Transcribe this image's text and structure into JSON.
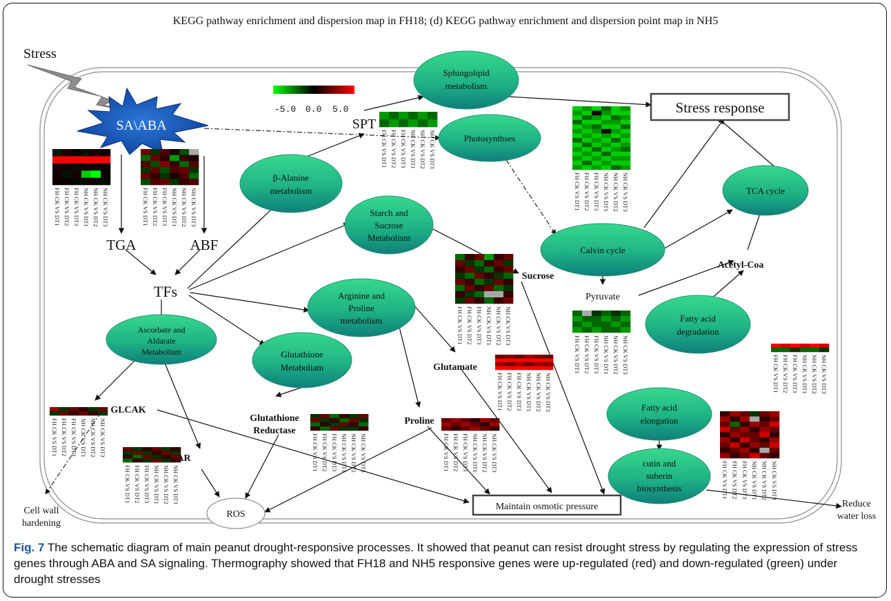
{
  "header": "KEGG pathway enrichment and dispersion map in FH18; (d) KEGG pathway enrichment and dispersion point map in NH5",
  "caption": {
    "label": "Fig. 7",
    "text": " The schematic diagram of main peanut drought-responsive processes. It showed that peanut can resist drought stress by regulating the expression of stress genes through ABA and SA signaling. Thermography showed that FH18 and NH5 responsive genes were up-regulated (red) and down-regulated (green) under drought stresses"
  },
  "legend": {
    "min": "-5.0",
    "mid": "0.0",
    "max": "5.0",
    "colors": [
      "#00ff00",
      "#000000",
      "#ff0000"
    ]
  },
  "nodes": {
    "stress": "Stress",
    "sa_aba": "SA\\ABA",
    "tga": "TGA",
    "abf": "ABF",
    "tfs": "TFs",
    "spt": "SPT",
    "stress_response": "Stress response",
    "sucrose": "Sucrose",
    "pyruvate": "Pyruvate",
    "acetyl_coa": "Acetyl-Coa",
    "glutamate": "Glutamate",
    "proline": "Proline",
    "glcak": "GLCAK",
    "dhar": "DHAR",
    "glutathione_reductase": [
      "Glutathione",
      "Reductase"
    ],
    "ros": "ROS",
    "maintain_osmotic": "Maintain osmotic pressure",
    "reduce_water_loss": [
      "Reduce",
      "water loss"
    ],
    "cell_wall": [
      "Cell wall",
      "hardening"
    ]
  },
  "ellipses": {
    "sphingolipid": [
      "Sphingolipid",
      "metabolism"
    ],
    "photosynthses": [
      "Photosynthses"
    ],
    "beta_alanine": [
      "β-Alanine",
      "metabolism"
    ],
    "starch": [
      "Starch and",
      "Sucrose",
      "Metabolism"
    ],
    "calvin": [
      "Calvin cycle"
    ],
    "tca": [
      "TCA cycle"
    ],
    "arginine": [
      "Arginine and",
      "Proline",
      "metabolism"
    ],
    "fatty_deg": [
      "Fatty acid",
      "degradation"
    ],
    "ascorbate": [
      "Ascorbate and",
      "Aldarate",
      "Metabolism"
    ],
    "glutathione": [
      "Glutathione",
      "Metaboliam"
    ],
    "fatty_elong": [
      "Fatty acid",
      "elongation"
    ],
    "cutin": [
      "cutin and",
      "suberin",
      "biosynthesis"
    ]
  },
  "heatmap_columns": [
    "FH CK VS DT1",
    "FH CK VS DT2",
    "FH CK VS DT3",
    "NH CK VS DT1",
    "NH CK VS DT2",
    "NH CK VS DT3"
  ],
  "heatmaps": [
    {
      "id": "hm-tga",
      "rows": [
        [
          -0.5,
          0.6,
          0.3,
          -0.4,
          0.5,
          0.2
        ],
        [
          5,
          5,
          5,
          5,
          5,
          5
        ],
        [
          0.5,
          0.3,
          -0.3,
          0.4,
          -0.2,
          0.3
        ],
        [
          0.3,
          -0.4,
          0.5,
          -4,
          -5,
          0.2
        ],
        [
          0.2,
          0.3,
          -0.2,
          0.4,
          0.3,
          -0.3
        ]
      ]
    },
    {
      "id": "hm-abf",
      "rows": [
        [
          2,
          -1,
          1.5,
          0.5,
          -1.5,
          6
        ],
        [
          -2,
          2,
          1,
          -3,
          1,
          0.5
        ],
        [
          1.5,
          -1.5,
          2.5,
          1,
          -2,
          1.5
        ],
        [
          -1,
          2,
          -1.5,
          1.5,
          2,
          -1
        ],
        [
          2,
          1,
          -1,
          0.5,
          1.5,
          -2
        ],
        [
          -1.5,
          1.5,
          2,
          -1,
          1,
          1.5
        ]
      ]
    },
    {
      "id": "hm-spt",
      "rows": [
        [
          -3,
          -2,
          -3,
          -2,
          -3,
          -2
        ],
        [
          -2,
          -3,
          -2,
          -3,
          -2,
          -3
        ]
      ]
    },
    {
      "id": "hm-photo",
      "rows": [
        [
          -4,
          -3,
          -4,
          -2,
          -4,
          -3
        ],
        [
          -3,
          -4,
          0.5,
          -3,
          -4,
          -4
        ],
        [
          -4,
          -2,
          -3,
          -4,
          -2,
          -3
        ],
        [
          -2,
          -4,
          -4,
          -3,
          -3,
          -4
        ],
        [
          -4,
          -3,
          -2,
          -4,
          -4,
          -2
        ],
        [
          -3,
          -4,
          -3,
          0.4,
          -3,
          -4
        ],
        [
          -4,
          -3,
          -4,
          -3,
          -4,
          -3
        ],
        [
          -2,
          -4,
          -3,
          -4,
          -2,
          -4
        ],
        [
          -4,
          -2,
          -4,
          -3,
          -4,
          -3
        ],
        [
          -3,
          -4,
          -2,
          -4,
          -3,
          -2
        ],
        [
          -4,
          -3,
          -4,
          -2,
          -4,
          -4
        ],
        [
          -3,
          -4,
          -3,
          -4,
          -3,
          -3
        ],
        [
          -4,
          -2,
          -4,
          -3,
          -4,
          -4
        ],
        [
          -3,
          -4,
          -3,
          -4,
          -2,
          -3
        ]
      ]
    },
    {
      "id": "hm-starch",
      "rows": [
        [
          -2,
          1,
          2,
          -3,
          1,
          2
        ],
        [
          2,
          -1,
          -2,
          1,
          2,
          -1
        ],
        [
          1,
          2,
          -1,
          -2,
          1,
          2
        ],
        [
          -1,
          -2,
          2,
          1,
          -1,
          -2
        ],
        [
          2,
          1,
          -2,
          -1,
          2,
          1
        ],
        [
          -2,
          2,
          1,
          2,
          -2,
          -1
        ],
        [
          1,
          -1,
          -2,
          6,
          6,
          1
        ],
        [
          -1,
          2,
          1,
          -2,
          1,
          2
        ]
      ]
    },
    {
      "id": "hm-pyruvate",
      "rows": [
        [
          -2,
          6,
          -1,
          -2,
          -1,
          -2
        ],
        [
          -3,
          -2,
          -2,
          -3,
          -2,
          -3
        ],
        [
          -2,
          -3,
          -2,
          -2,
          -3,
          -2
        ],
        [
          -3,
          -2,
          -3,
          -2,
          -2,
          -3
        ]
      ]
    },
    {
      "id": "hm-glutamate",
      "rows": [
        [
          2,
          2.5,
          2,
          3,
          2.5,
          2
        ],
        [
          5,
          5,
          5,
          5,
          5,
          5
        ],
        [
          3,
          2,
          3,
          2,
          3,
          2.5
        ],
        [
          5,
          5,
          5,
          5,
          5,
          5
        ]
      ]
    },
    {
      "id": "hm-fatty-deg",
      "rows": [
        [
          5,
          4,
          5,
          4,
          5,
          4
        ],
        [
          -2,
          -2,
          -1,
          -2,
          -2,
          -1
        ]
      ]
    },
    {
      "id": "hm-glcak",
      "rows": [
        [
          3,
          -1,
          2,
          1,
          -1,
          2
        ],
        [
          -1,
          2,
          1,
          2,
          1,
          -1
        ]
      ]
    },
    {
      "id": "hm-dhar",
      "rows": [
        [
          2,
          -1,
          1,
          2,
          -1,
          1
        ],
        [
          -1,
          2,
          -1,
          1,
          2,
          -1
        ],
        [
          1,
          -2,
          2,
          -1,
          1,
          2
        ],
        [
          -2,
          1,
          -1,
          2,
          -1,
          1
        ]
      ]
    },
    {
      "id": "hm-gluta-red",
      "rows": [
        [
          -1,
          2,
          -2,
          1,
          -1,
          2
        ],
        [
          2,
          -1,
          1,
          -2,
          2,
          -1
        ],
        [
          -2,
          1,
          -1,
          2,
          1,
          -2
        ],
        [
          1,
          -2,
          2,
          -1,
          -1,
          1
        ]
      ]
    },
    {
      "id": "hm-proline",
      "rows": [
        [
          2,
          3,
          2,
          1,
          3,
          2
        ],
        [
          3,
          2,
          3,
          2,
          1,
          3
        ],
        [
          2,
          1,
          2,
          3,
          2,
          1
        ]
      ]
    },
    {
      "id": "hm-cutin",
      "rows": [
        [
          1,
          3,
          2,
          -1,
          2,
          3
        ],
        [
          3,
          1,
          3,
          6,
          1,
          2
        ],
        [
          2,
          -2,
          1,
          3,
          2,
          4
        ],
        [
          4,
          2,
          3,
          1,
          3,
          2
        ],
        [
          1,
          3,
          2,
          2,
          4,
          1
        ],
        [
          3,
          1,
          4,
          2,
          1,
          3
        ],
        [
          2,
          4,
          1,
          3,
          2,
          4
        ],
        [
          1,
          2,
          3,
          1,
          6,
          2
        ],
        [
          3,
          1,
          2,
          4,
          2,
          1
        ]
      ]
    }
  ]
}
